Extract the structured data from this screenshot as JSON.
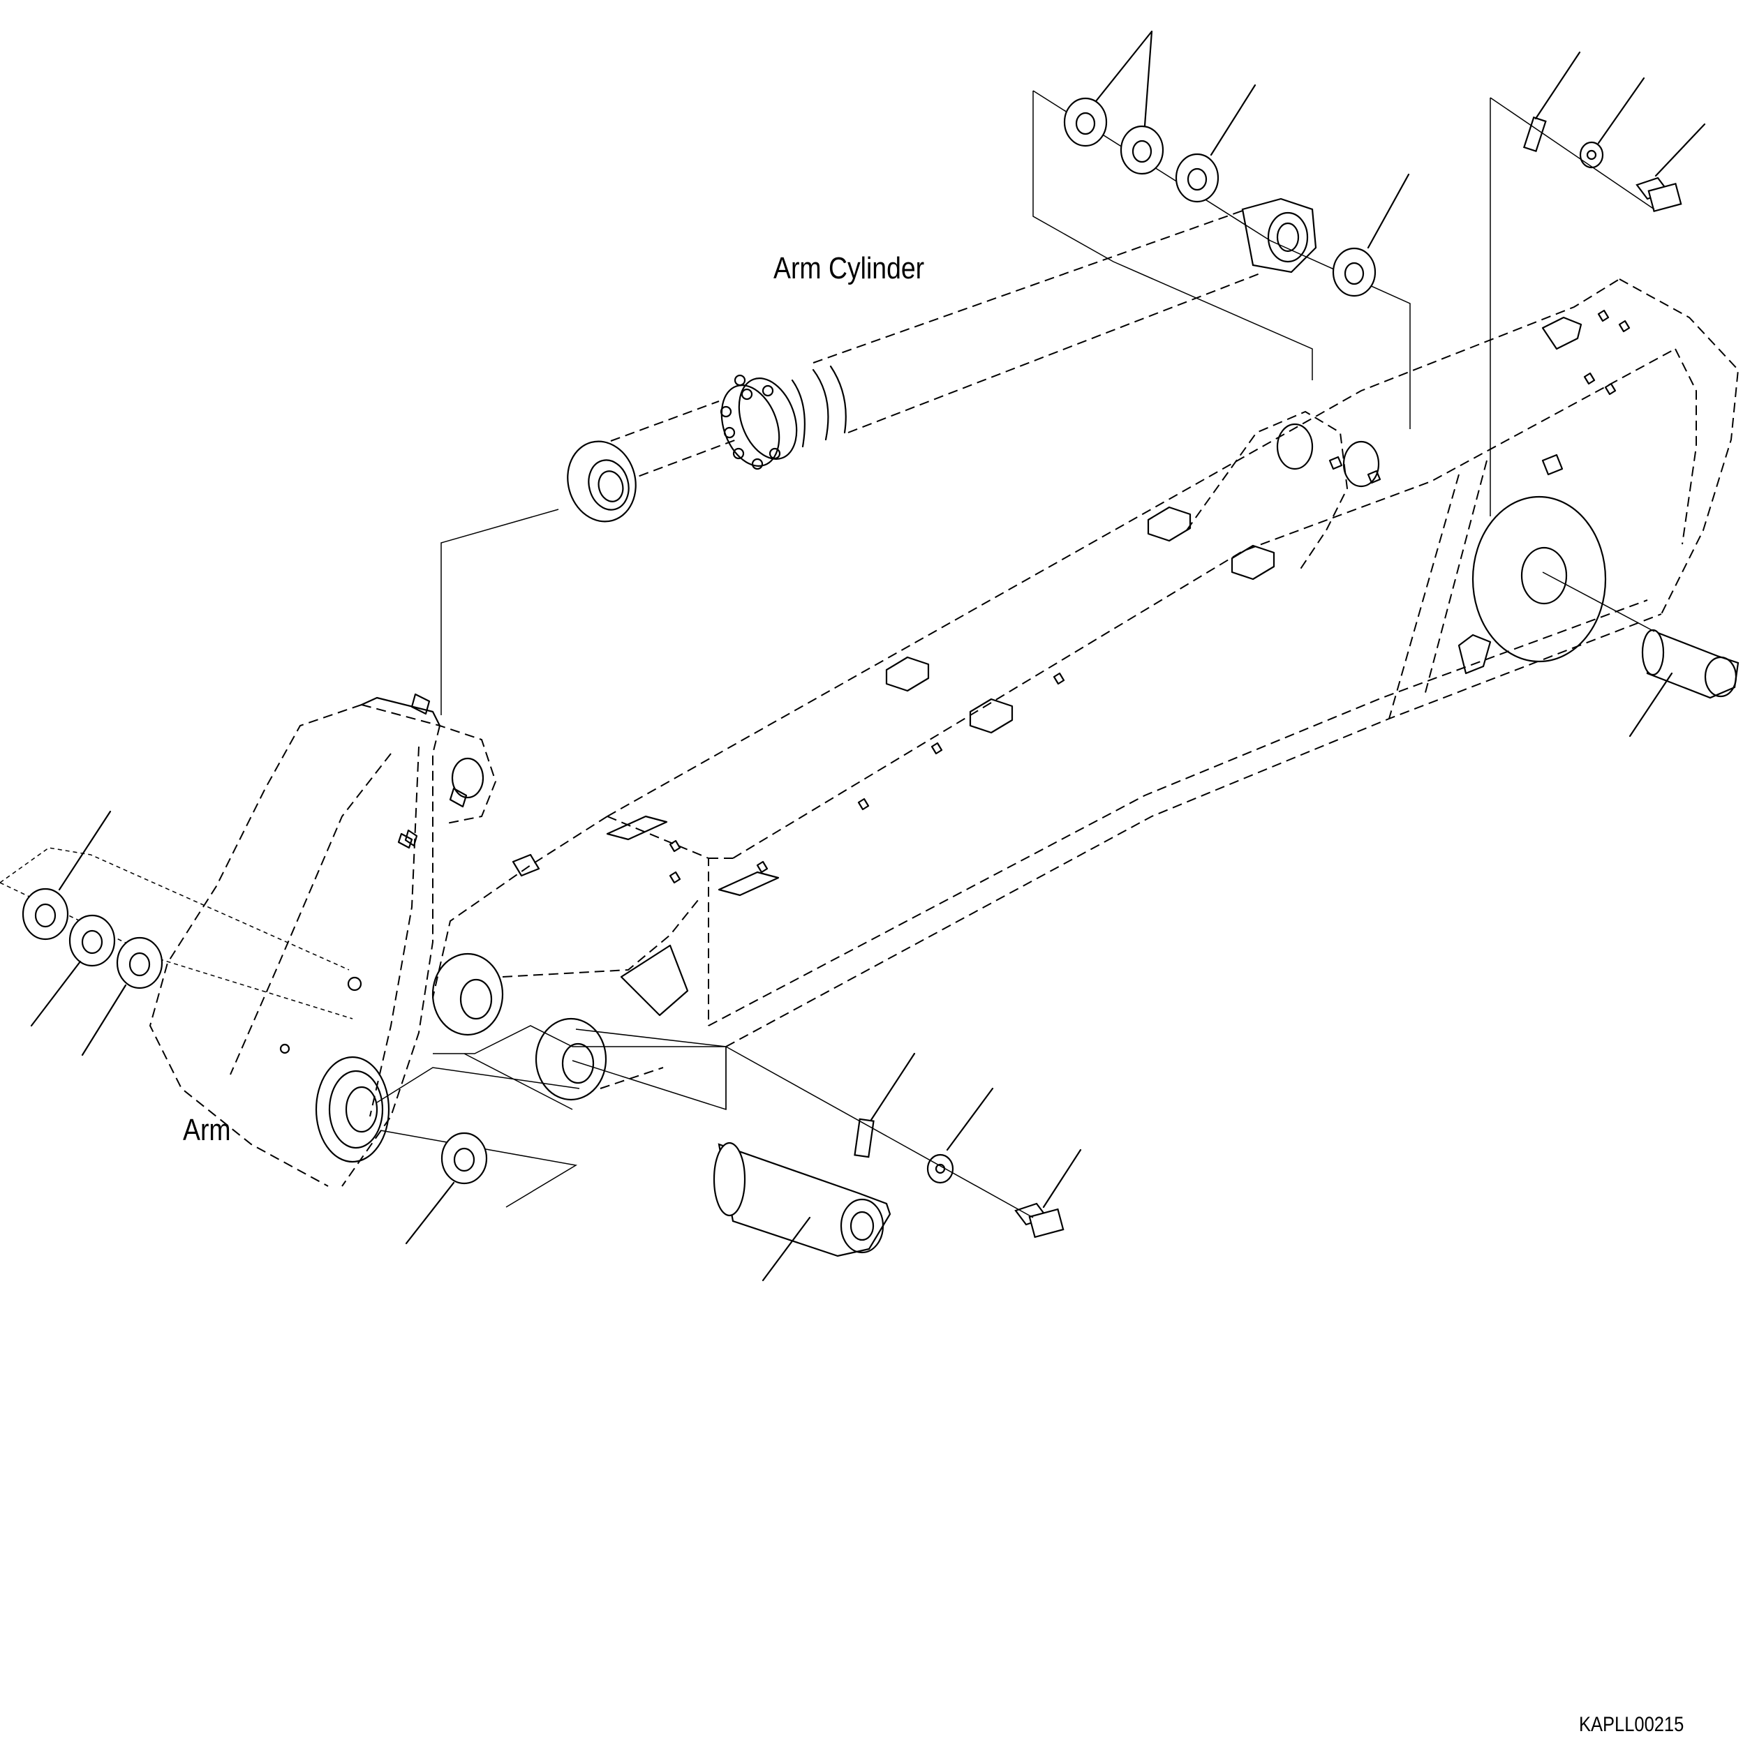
{
  "title": "Arm and Arm Cylinder pin installation diagram",
  "labels": {
    "arm_cylinder": "Arm Cylinder",
    "arm": "Arm",
    "figure_code": "KAPLL00215"
  }
}
